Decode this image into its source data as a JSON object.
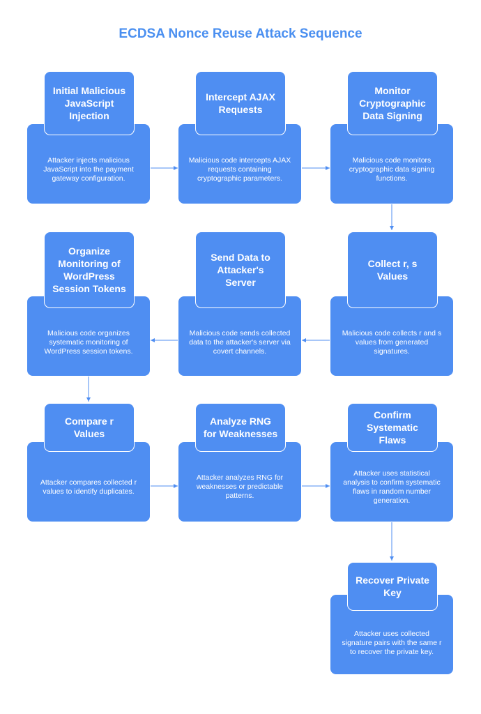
{
  "title": "ECDSA Nonce Reuse Attack Sequence",
  "colors": {
    "accent": "#4f8ef2",
    "title": "#4a8ff0",
    "connector": "#4f8ef2"
  },
  "steps": [
    {
      "heading": "Initial Malicious JavaScript Injection",
      "description": "Attacker injects malicious JavaScript into the payment gateway configuration."
    },
    {
      "heading": "Intercept AJAX Requests",
      "description": "Malicious code intercepts AJAX requests containing cryptographic parameters."
    },
    {
      "heading": "Monitor Cryptographic Data Signing",
      "description": "Malicious code monitors cryptographic data signing functions."
    },
    {
      "heading": "Collect r, s Values",
      "description": "Malicious code collects r and s values from generated signatures."
    },
    {
      "heading": "Send Data to Attacker's Server",
      "description": "Malicious code sends collected data to the attacker's server via covert channels."
    },
    {
      "heading": "Organize Monitoring of WordPress Session Tokens",
      "description": "Malicious code organizes systematic monitoring of WordPress session tokens."
    },
    {
      "heading": "Compare r Values",
      "description": "Attacker compares collected r values to identify duplicates."
    },
    {
      "heading": "Analyze RNG for Weaknesses",
      "description": "Attacker analyzes RNG for weaknesses or predictable patterns."
    },
    {
      "heading": "Confirm Systematic Flaws",
      "description": "Attacker uses statistical analysis to confirm systematic flaws in random number generation."
    },
    {
      "heading": "Recover Private Key",
      "description": "Attacker uses collected signature pairs with the same r to recover the private key."
    }
  ]
}
